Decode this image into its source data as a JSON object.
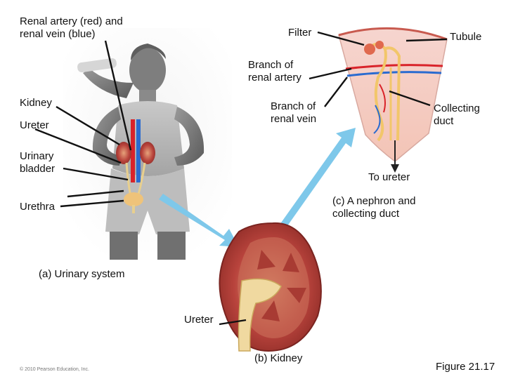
{
  "labels": {
    "renal_artery_vein": "Renal artery (red) and\nrenal vein (blue)",
    "filter": "Filter",
    "tubule": "Tubule",
    "branch_artery": "Branch of\nrenal artery",
    "kidney": "Kidney",
    "branch_vein": "Branch of\nrenal vein",
    "collecting_duct": "Collecting\nduct",
    "ureter_left": "Ureter",
    "urinary_bladder": "Urinary\nbladder",
    "to_ureter": "To ureter",
    "nephron_caption": "(c) A nephron and\ncollecting duct",
    "urethra": "Urethra",
    "urinary_system_caption": "(a) Urinary system",
    "ureter_kidney": "Ureter",
    "kidney_caption": "(b) Kidney",
    "copyright": "© 2010 Pearson Education, Inc.",
    "figure": "Figure 21.17"
  },
  "colors": {
    "artery": "#d9232a",
    "vein": "#2a6bd0",
    "kidney": "#b8433c",
    "nephron": "#f2c66a",
    "arrow": "#7ec8ea"
  }
}
